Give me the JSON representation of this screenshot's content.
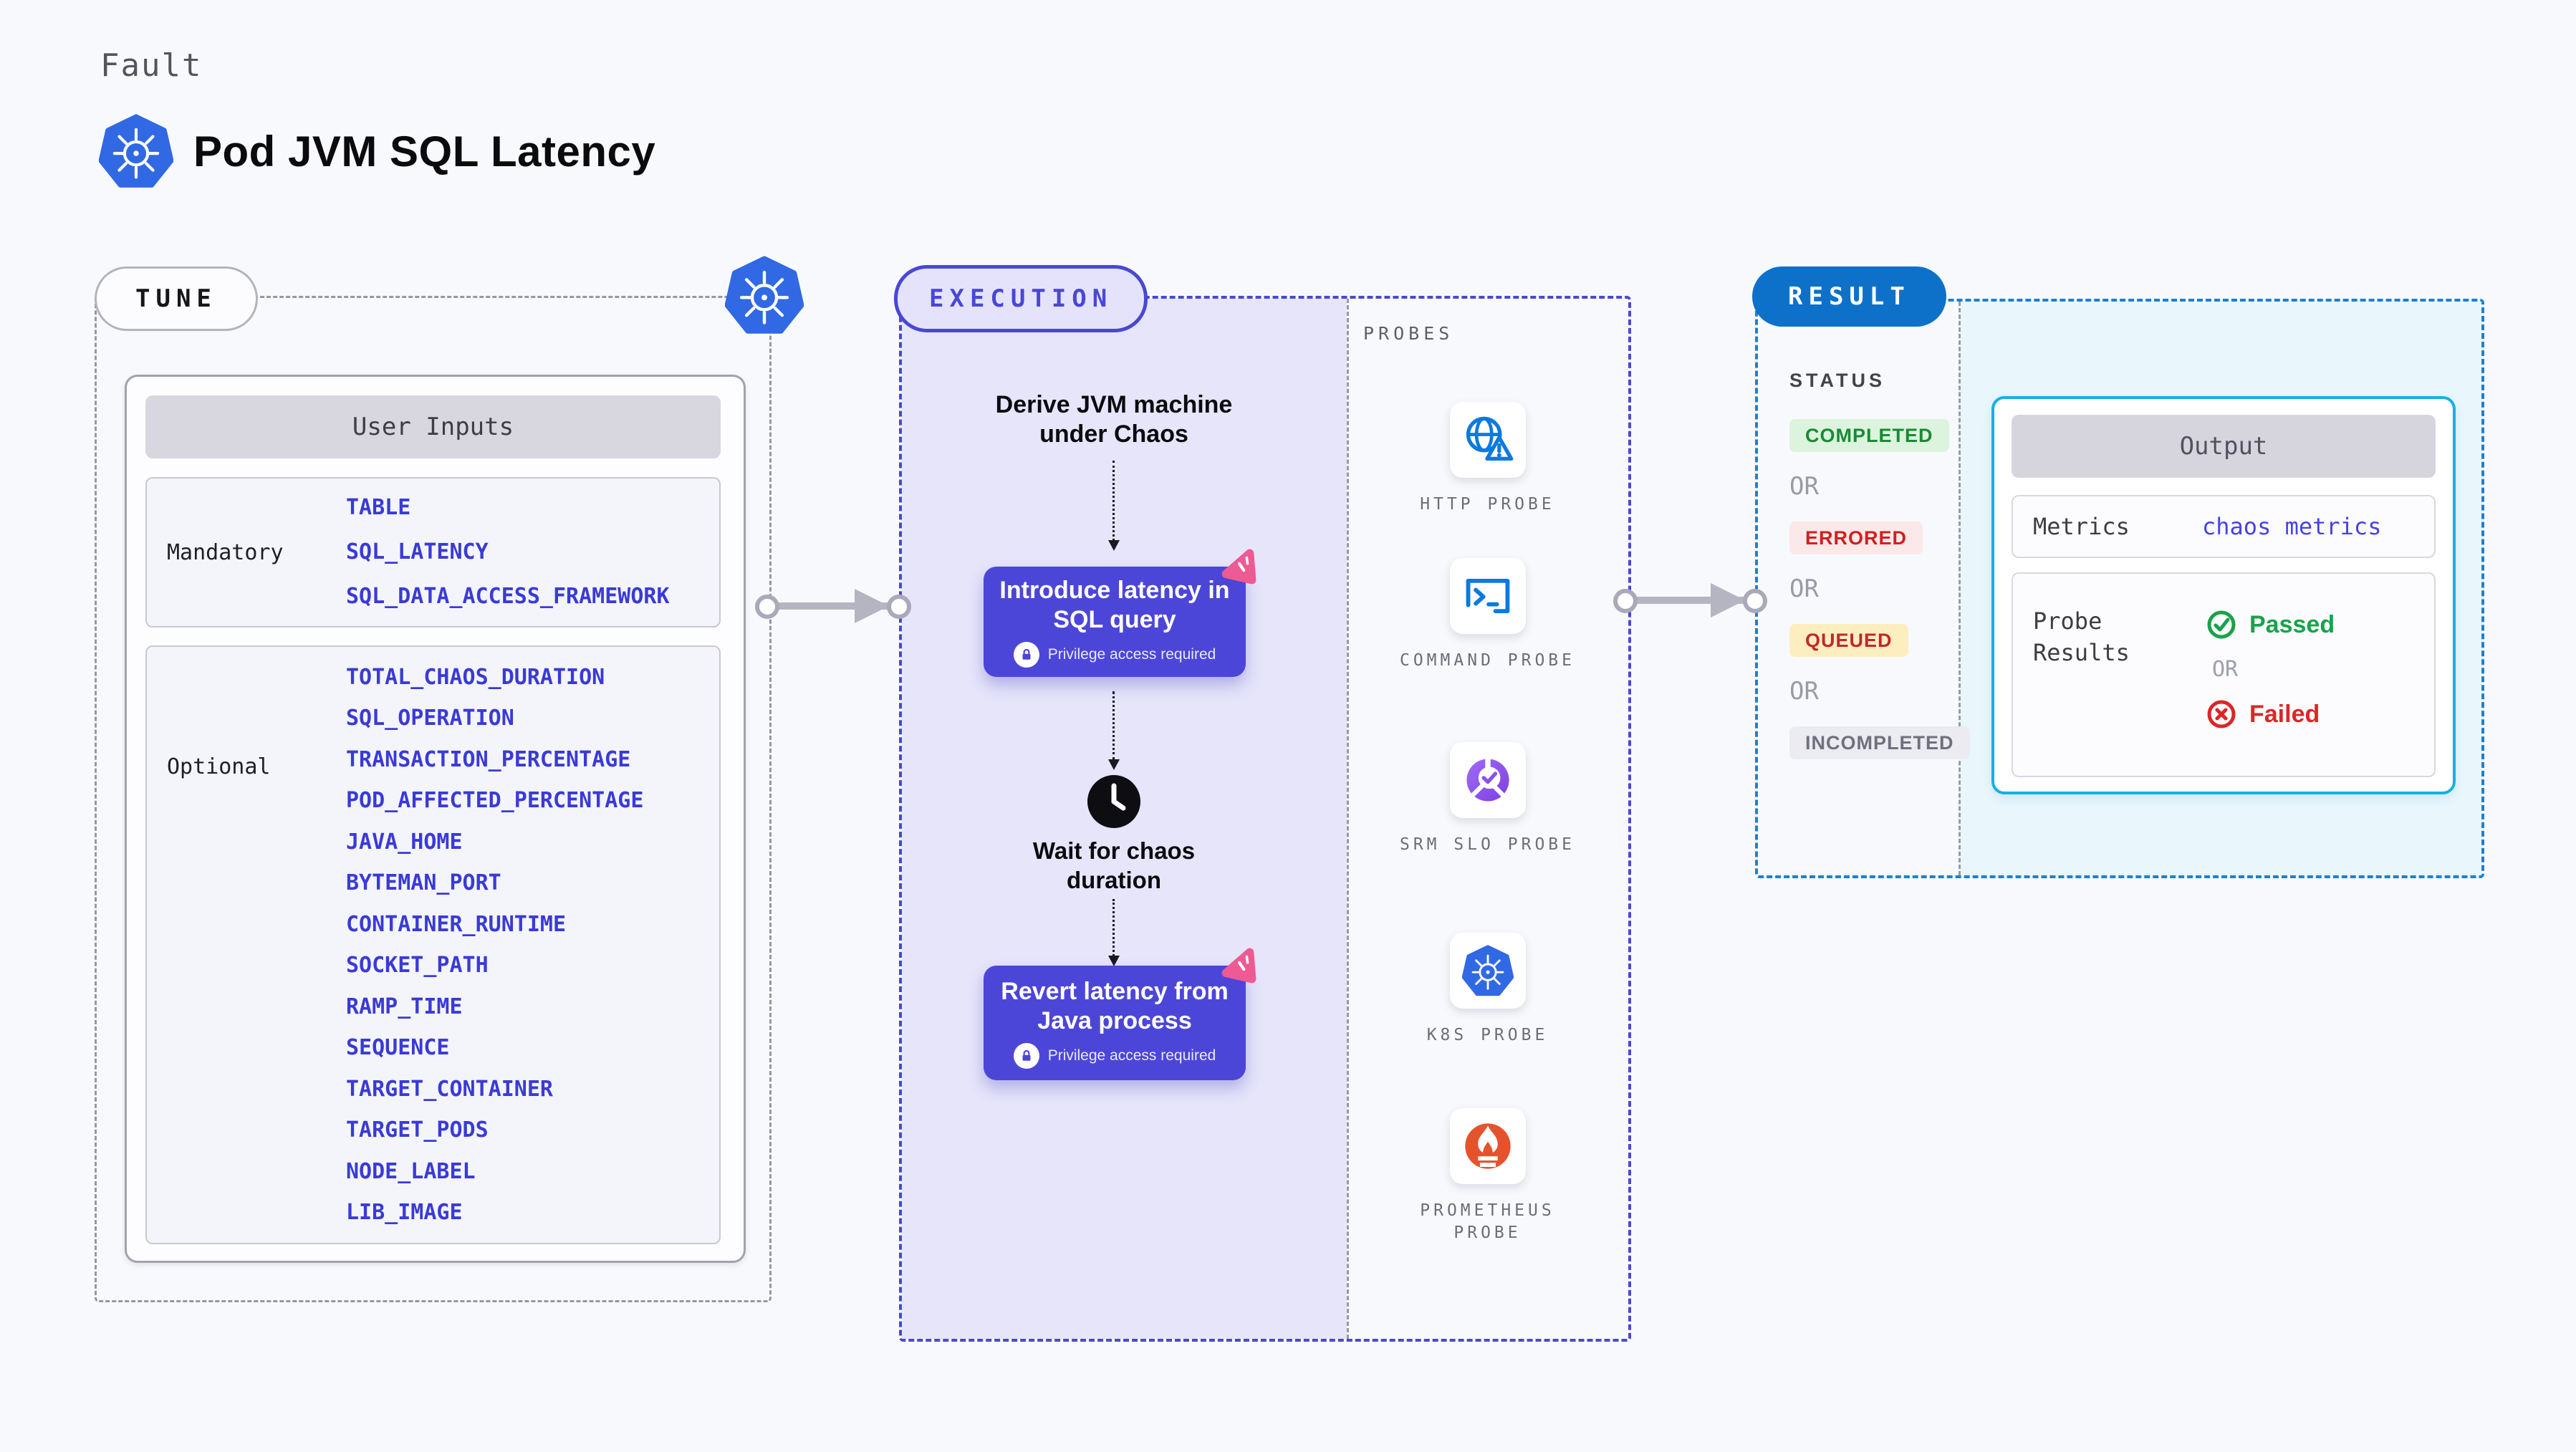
{
  "header": {
    "kicker": "Fault",
    "title": "Pod JVM SQL Latency"
  },
  "tune": {
    "badge": "TUNE",
    "card_title": "User Inputs",
    "mandatory_label": "Mandatory",
    "mandatory_items": [
      "TABLE",
      "SQL_LATENCY",
      "SQL_DATA_ACCESS_FRAMEWORK"
    ],
    "optional_label": "Optional",
    "optional_items": [
      "TOTAL_CHAOS_DURATION",
      "SQL_OPERATION",
      "TRANSACTION_PERCENTAGE",
      "POD_AFFECTED_PERCENTAGE",
      "JAVA_HOME",
      "BYTEMAN_PORT",
      "CONTAINER_RUNTIME",
      "SOCKET_PATH",
      "RAMP_TIME",
      "SEQUENCE",
      "TARGET_CONTAINER",
      "TARGET_PODS",
      "NODE_LABEL",
      "LIB_IMAGE"
    ]
  },
  "execution": {
    "badge": "EXECUTION",
    "derive_step": "Derive JVM machine under Chaos",
    "inject_step": {
      "title": "Introduce latency in SQL query",
      "note": "Privilege access required"
    },
    "wait_step": "Wait for chaos duration",
    "revert_step": {
      "title": "Revert latency from Java process",
      "note": "Privilege access required"
    }
  },
  "probes": {
    "label": "PROBES",
    "items": [
      {
        "name": "HTTP PROBE",
        "icon": "http-probe-icon"
      },
      {
        "name": "COMMAND PROBE",
        "icon": "command-probe-icon"
      },
      {
        "name": "SRM SLO PROBE",
        "icon": "srm-slo-probe-icon"
      },
      {
        "name": "K8S PROBE",
        "icon": "k8s-probe-icon"
      },
      {
        "name": "PROMETHEUS PROBE",
        "icon": "prometheus-probe-icon"
      }
    ]
  },
  "result": {
    "badge": "RESULT",
    "status_label": "STATUS",
    "or_label": "OR",
    "statuses": [
      {
        "label": "COMPLETED",
        "fg": "#1a8a34",
        "bg": "#dcf3de"
      },
      {
        "label": "ERRORED",
        "fg": "#cf2020",
        "bg": "#fbe9e9"
      },
      {
        "label": "QUEUED",
        "fg": "#c02929",
        "bg": "#fdeec0"
      },
      {
        "label": "INCOMPLETED",
        "fg": "#70707e",
        "bg": "#ebebf1"
      }
    ],
    "output": {
      "title": "Output",
      "metrics_label": "Metrics",
      "metrics_value": "chaos metrics",
      "probe_results_label": "Probe Results",
      "passed_label": "Passed",
      "or_label": "OR",
      "failed_label": "Failed"
    }
  },
  "colors": {
    "background": "#f8f9fc",
    "indigo_accent": "#4a47d4",
    "exec_step_box": "#4c46d8",
    "result_blue": "#0d71ca",
    "output_border_cyan": "#13b1e5",
    "k8s_blue": "#3069e3",
    "litmus_pink": "#ee5a93",
    "param_value_blue": "#3a3ad8",
    "probe_icon_blue": "#0b79df",
    "srm_purple": "#8b5cf6",
    "prometheus_orange": "#e6522c",
    "passed_green": "#16a34a",
    "failed_red": "#dc2626"
  }
}
